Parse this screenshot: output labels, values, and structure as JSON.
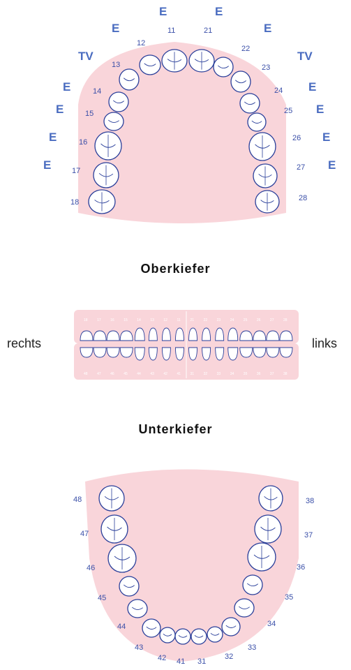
{
  "upper_jaw": {
    "title": "Oberkiefer",
    "tooth_numbers": [
      "11",
      "12",
      "13",
      "14",
      "15",
      "16",
      "17",
      "18",
      "21",
      "22",
      "23",
      "24",
      "25",
      "26",
      "27",
      "28"
    ],
    "status_marks": [
      {
        "tooth": "11",
        "mark": "E"
      },
      {
        "tooth": "12",
        "mark": "E"
      },
      {
        "tooth": "13",
        "mark": "TV"
      },
      {
        "tooth": "14",
        "mark": "E"
      },
      {
        "tooth": "15",
        "mark": "E"
      },
      {
        "tooth": "16",
        "mark": "E"
      },
      {
        "tooth": "17",
        "mark": "E"
      },
      {
        "tooth": "21",
        "mark": "E"
      },
      {
        "tooth": "22",
        "mark": "E"
      },
      {
        "tooth": "23",
        "mark": "TV"
      },
      {
        "tooth": "24",
        "mark": "E"
      },
      {
        "tooth": "25",
        "mark": "E"
      },
      {
        "tooth": "26",
        "mark": "E"
      },
      {
        "tooth": "27",
        "mark": "E"
      }
    ]
  },
  "lower_jaw": {
    "title": "Unterkiefer",
    "tooth_numbers": [
      "31",
      "32",
      "33",
      "34",
      "35",
      "36",
      "37",
      "38",
      "41",
      "42",
      "43",
      "44",
      "45",
      "46",
      "47",
      "48"
    ]
  },
  "front_view": {
    "left_label": "rechts",
    "right_label": "links",
    "upper_numbers": [
      "18",
      "17",
      "16",
      "15",
      "14",
      "13",
      "12",
      "11",
      "21",
      "22",
      "23",
      "24",
      "25",
      "26",
      "27",
      "28"
    ],
    "lower_numbers": [
      "48",
      "47",
      "46",
      "45",
      "44",
      "43",
      "42",
      "41",
      "31",
      "32",
      "33",
      "34",
      "35",
      "36",
      "37",
      "38"
    ]
  },
  "colors": {
    "gum": "#f9d5da",
    "tooth_outline": "#2a3f9a",
    "number": "#3a4fa8",
    "mark": "#4a6cc0"
  }
}
